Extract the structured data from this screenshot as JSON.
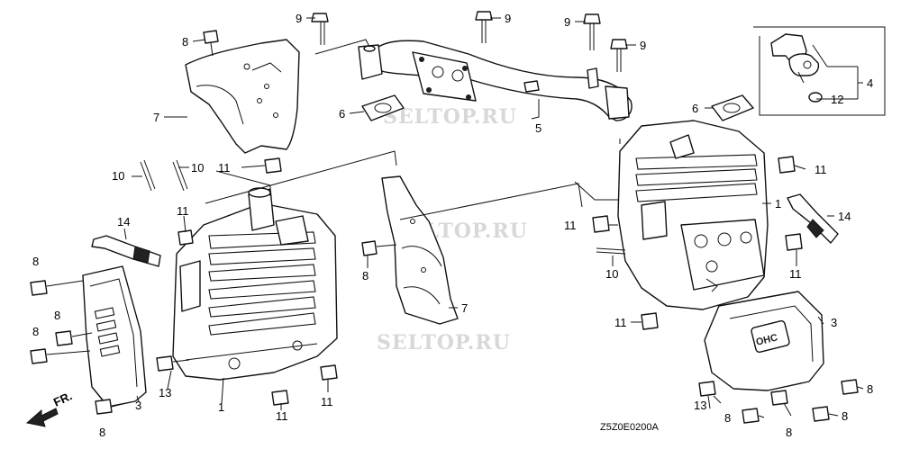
{
  "diagram": {
    "code": "Z5Z0E0200A",
    "direction_label": "FR.",
    "watermark": "SELTOP.RU",
    "cover_emblem": "OHC",
    "callouts": {
      "c01": "9",
      "c02": "9",
      "c03": "9",
      "c04": "9",
      "c05": "8",
      "c06": "7",
      "c07": "6",
      "c08": "5",
      "c09": "6",
      "c10": "4",
      "c11": "12",
      "c12": "10",
      "c13": "10",
      "c14": "11",
      "c15": "11",
      "c16": "14",
      "c17": "8",
      "c18": "8",
      "c19": "8",
      "c20": "8",
      "c21": "13",
      "c22": "1",
      "c23": "3",
      "c24": "11",
      "c25": "11",
      "c26": "8",
      "c27": "7",
      "c28": "11",
      "c29": "1",
      "c30": "11",
      "c31": "14",
      "c32": "10",
      "c33": "11",
      "c34": "11",
      "c35": "3",
      "c36": "8",
      "c37": "13",
      "c38": "8",
      "c39": "8",
      "c40": "8"
    }
  }
}
